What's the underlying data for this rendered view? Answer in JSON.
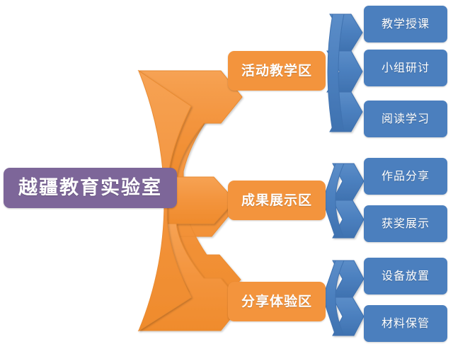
{
  "diagram": {
    "title_text": "越疆教育实验室",
    "type": "hierarchy-splitter-diagram",
    "colors": {
      "root": "#7d6699",
      "branch": "#f3943d",
      "leaf": "#4b7fbe",
      "background": "#ffffff",
      "text": "#ffffff"
    },
    "root": {
      "label": "越疆教育实验室"
    },
    "branches": [
      {
        "label": "活动教学区",
        "leaves": [
          {
            "label": "教学授课"
          },
          {
            "label": "小组研讨"
          },
          {
            "label": "阅读学习"
          }
        ]
      },
      {
        "label": "成果展示区",
        "leaves": [
          {
            "label": "作品分享"
          },
          {
            "label": "获奖展示"
          }
        ]
      },
      {
        "label": "分享体验区",
        "leaves": [
          {
            "label": "设备放置"
          },
          {
            "label": "材料保管"
          }
        ]
      }
    ]
  }
}
